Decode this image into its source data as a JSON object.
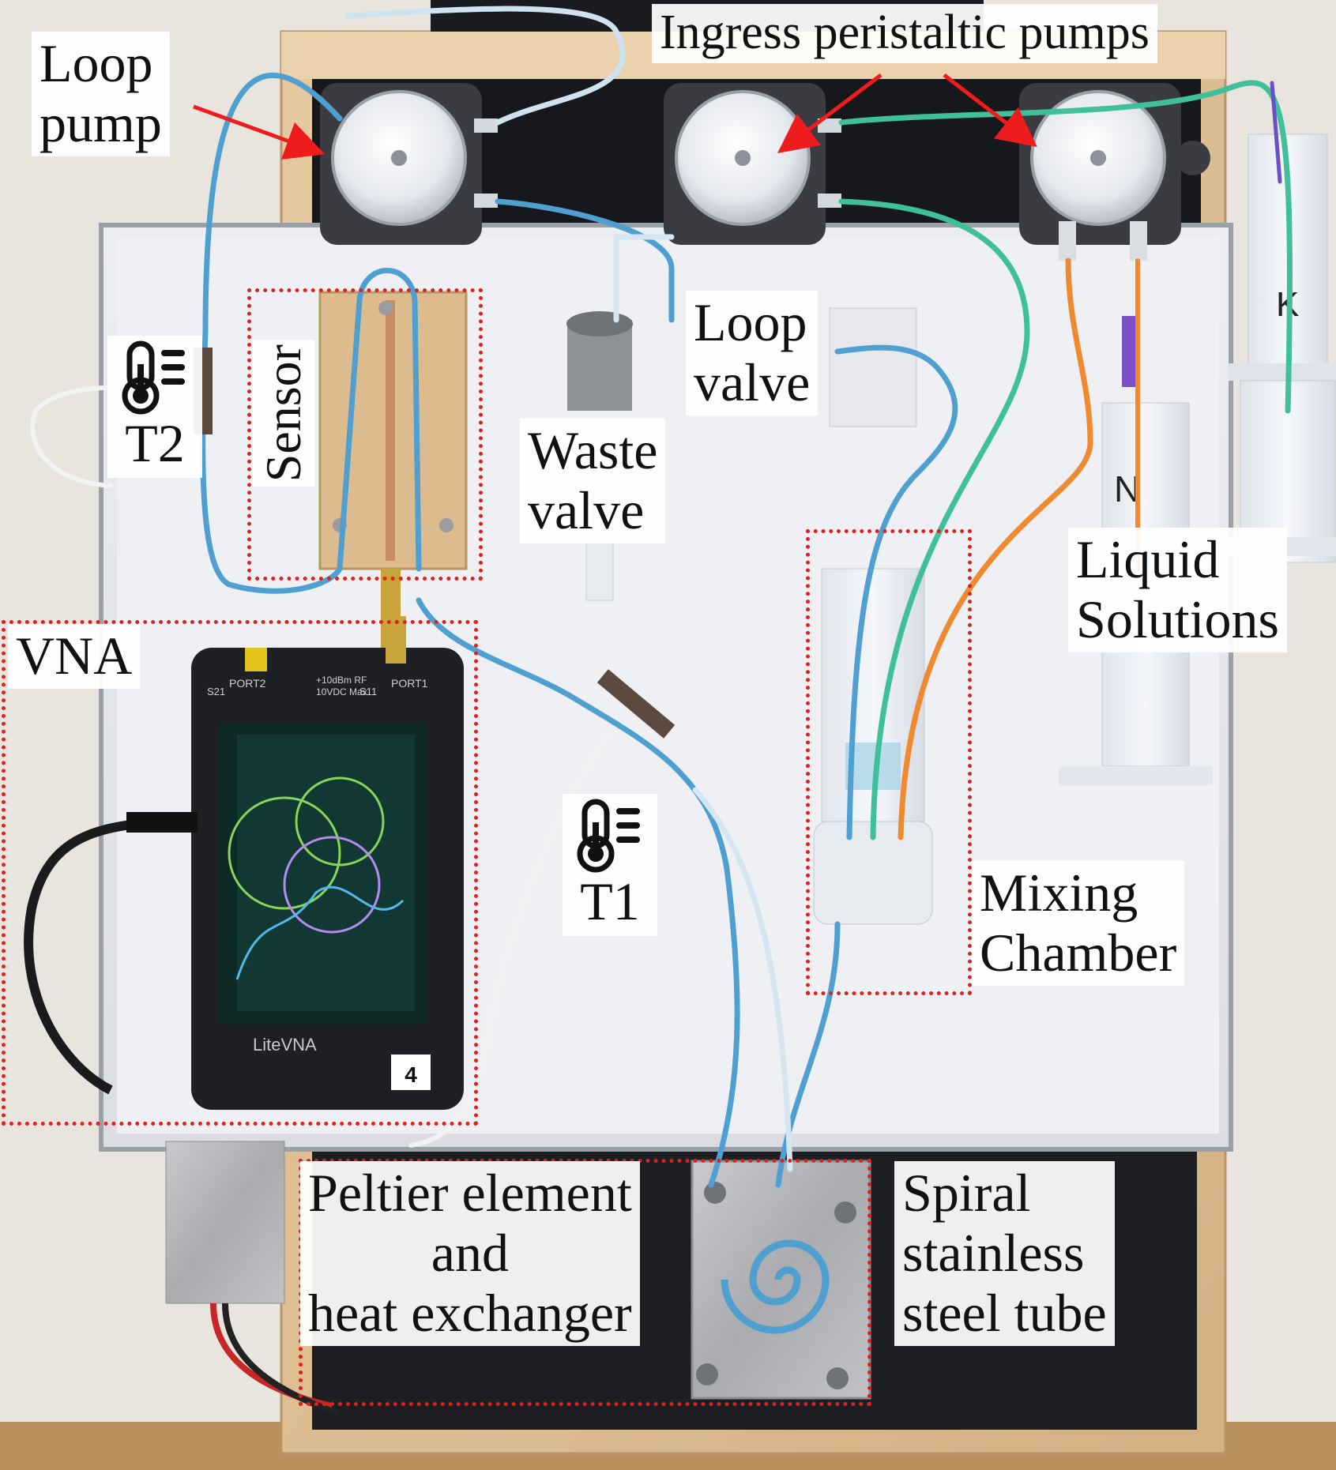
{
  "colors": {
    "highlight_box": "#e0201d",
    "arrow": "#ee1c1c",
    "tube_blue": "#4f9fd0",
    "tube_green": "#3fbf9a",
    "tube_orange": "#f08a30"
  },
  "labels": {
    "loop_pump": [
      "Loop",
      "pump"
    ],
    "ingress_pumps": "Ingress peristaltic pumps",
    "sensor": "Sensor",
    "t2": "T2",
    "t1": "T1",
    "loop_valve": [
      "Loop",
      "valve"
    ],
    "waste_valve": [
      "Waste",
      "valve"
    ],
    "vna": "VNA",
    "liquid_solutions": [
      "Liquid",
      "Solutions"
    ],
    "mixing_chamber": [
      "Mixing",
      "Chamber"
    ],
    "peltier": [
      "Peltier element",
      "and",
      "heat exchanger"
    ],
    "spiral": [
      "Spiral",
      "stainless",
      "steel tube"
    ]
  },
  "icons": {
    "thermometer": "thermometer-icon"
  },
  "device": {
    "brand": "LiteVNA",
    "port1": "PORT1",
    "port2": "PORT2",
    "s11": "S11",
    "s21": "S21",
    "rating": "+10dBm RF",
    "rating2": "10VDC Max",
    "badge": "4"
  },
  "syringes": {
    "n_mark": "N",
    "k_mark": "K"
  }
}
